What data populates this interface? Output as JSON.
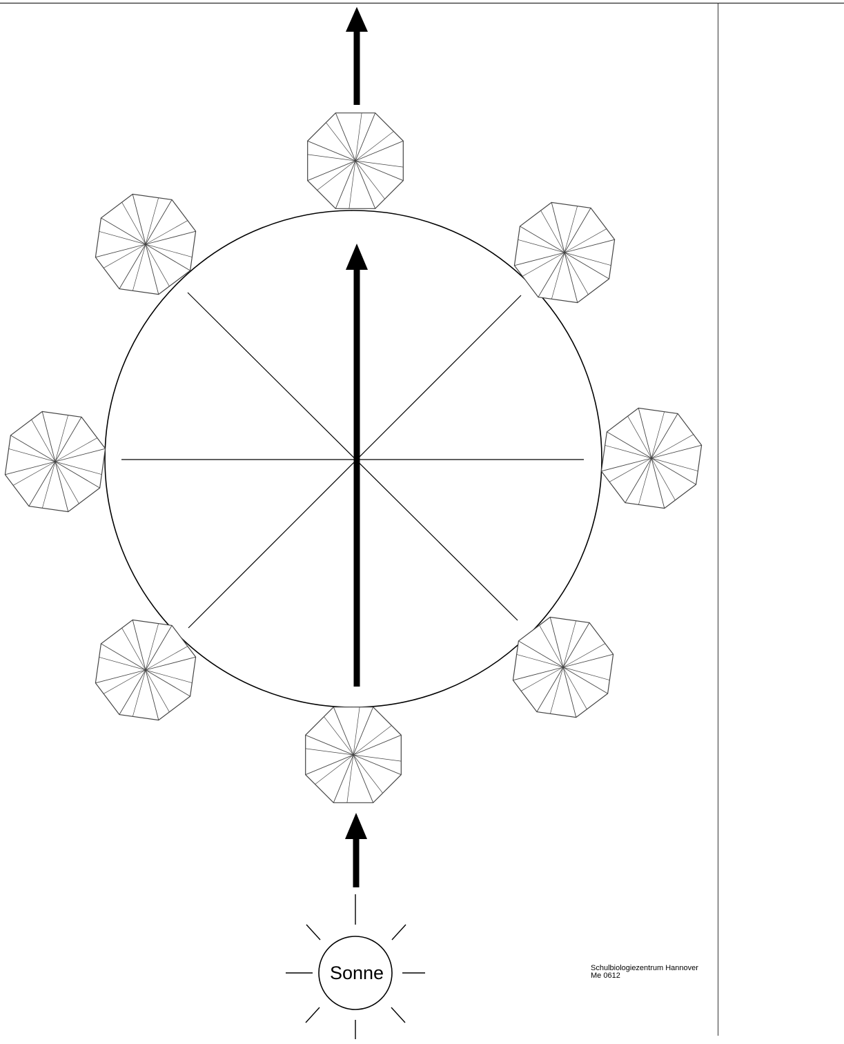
{
  "diagram": {
    "sun_label": "Sonne",
    "credit_line1": "Schulbiologiezentrum Hannover",
    "credit_line2": "Me 0612",
    "umbrella_count": 8,
    "colors": {
      "stroke": "#000000",
      "umbrella_stroke": "#444444",
      "background": "#ffffff"
    }
  }
}
